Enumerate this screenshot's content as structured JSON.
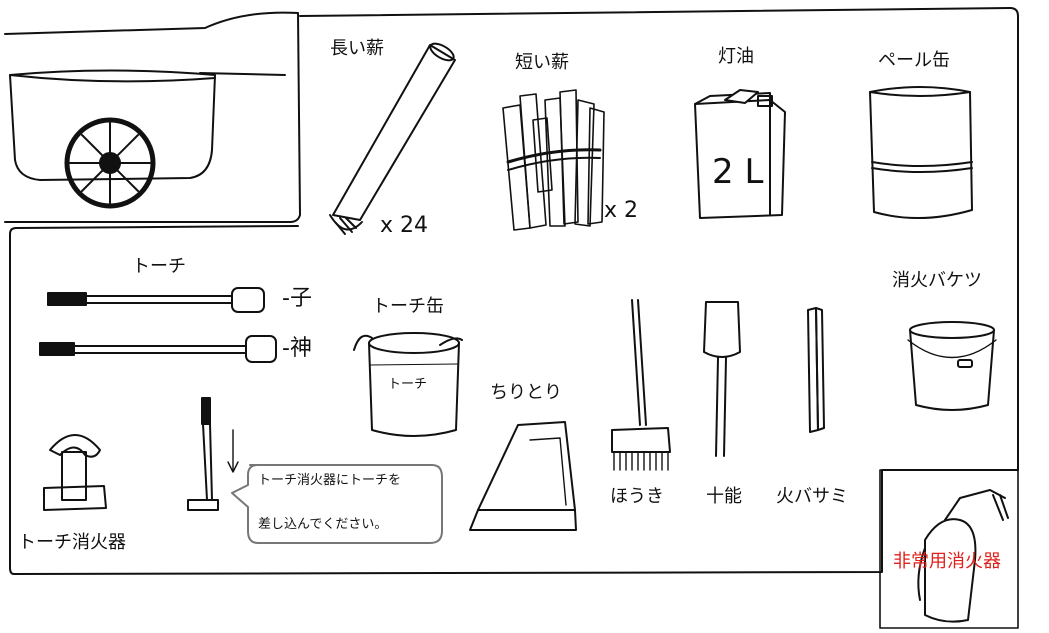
{
  "items": {
    "long_firewood": "長い薪",
    "long_firewood_qty": "x 24",
    "short_firewood": "短い薪",
    "short_firewood_qty": "x 2",
    "kerosene": "灯油",
    "kerosene_can_mark": "2 L",
    "pail_can": "ペール缶",
    "torch": "トーチ",
    "torch_child": "-子",
    "torch_god": "-神",
    "torch_can": "トーチ缶",
    "torch_can_inner": "トーチ",
    "fire_bucket": "消火バケツ",
    "dustpan": "ちりとり",
    "broom": "ほうき",
    "shovel": "十能",
    "tongs": "火バサミ",
    "torch_extinguisher": "トーチ消火器",
    "emergency_extinguisher": "非常用消火器"
  },
  "callout": {
    "line1": "トーチ消火器にトーチを",
    "line2": "差し込んでください。"
  },
  "colors": {
    "ink": "#111111",
    "alert_red": "#e0201a"
  }
}
